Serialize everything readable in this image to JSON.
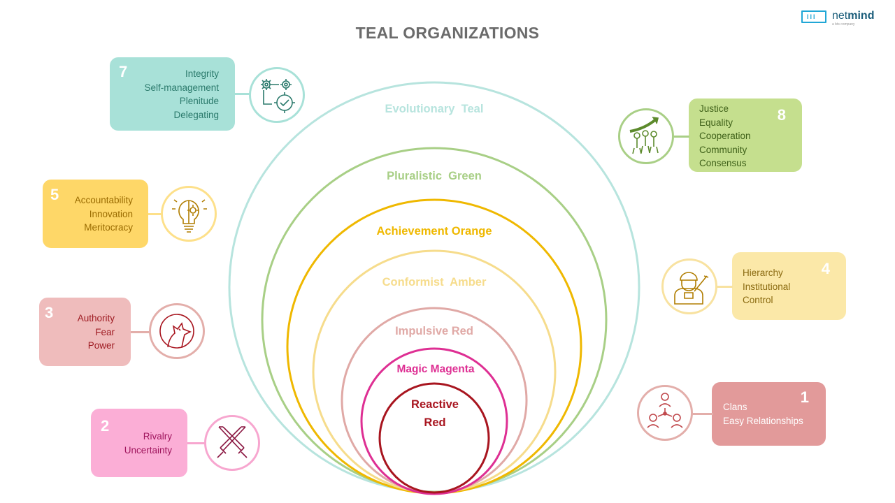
{
  "title": "TEAL ORGANIZATIONS",
  "logo": {
    "brand_light": "net",
    "brand_bold": "mind",
    "tagline": "a bts company",
    "bars": "III"
  },
  "colors": {
    "teal": "#a8ddd6",
    "green": "#a9cf86",
    "orange": "#f2b800",
    "amber": "#f8e2a0",
    "impulsive": "#e3aeaa",
    "magenta": "#e0359a",
    "red": "#a8151f"
  },
  "rings": [
    {
      "label": "Evolutionary  Teal",
      "color": "#b7e4de"
    },
    {
      "label": "Pluralistic  Green",
      "color": "#a8cf86"
    },
    {
      "label": "Achievement Orange",
      "color": "#efb800"
    },
    {
      "label": "Conformist  Amber",
      "color": "#f6dc8c"
    },
    {
      "label": "Impulsive Red",
      "color": "#e0a9a6"
    },
    {
      "label": "Magic Magenta",
      "color": "#de2f93"
    },
    {
      "label_line1": "Reactive",
      "label_line2": "Red",
      "color": "#a8151f"
    }
  ],
  "cards": {
    "c7": {
      "number": "7",
      "lines": [
        "Integrity",
        "Self-management",
        "Plenitude",
        "Delegating"
      ],
      "icon": "gears-process-icon"
    },
    "c8": {
      "number": "8",
      "lines": [
        "Justice",
        "Equality",
        "Cooperation",
        "Community",
        "Consensus"
      ],
      "icon": "team-growth-icon"
    },
    "c5": {
      "number": "5",
      "lines": [
        "Accountability",
        "Innovation",
        "Meritocracy"
      ],
      "icon": "lightbulb-gear-icon"
    },
    "c4": {
      "number": "4",
      "lines": [
        "Hierarchy",
        "Institutional",
        "Control"
      ],
      "icon": "soldier-icon"
    },
    "c3": {
      "number": "3",
      "lines": [
        "Authority",
        "Fear",
        "Power"
      ],
      "icon": "howling-wolf-icon"
    },
    "c1": {
      "number": "1",
      "lines": [
        "Clans",
        "Easy Relationships"
      ],
      "icon": "people-network-icon"
    },
    "c2": {
      "number": "2",
      "lines": [
        "Rivalry",
        "Uncertainty"
      ],
      "icon": "crossed-swords-icon"
    }
  }
}
